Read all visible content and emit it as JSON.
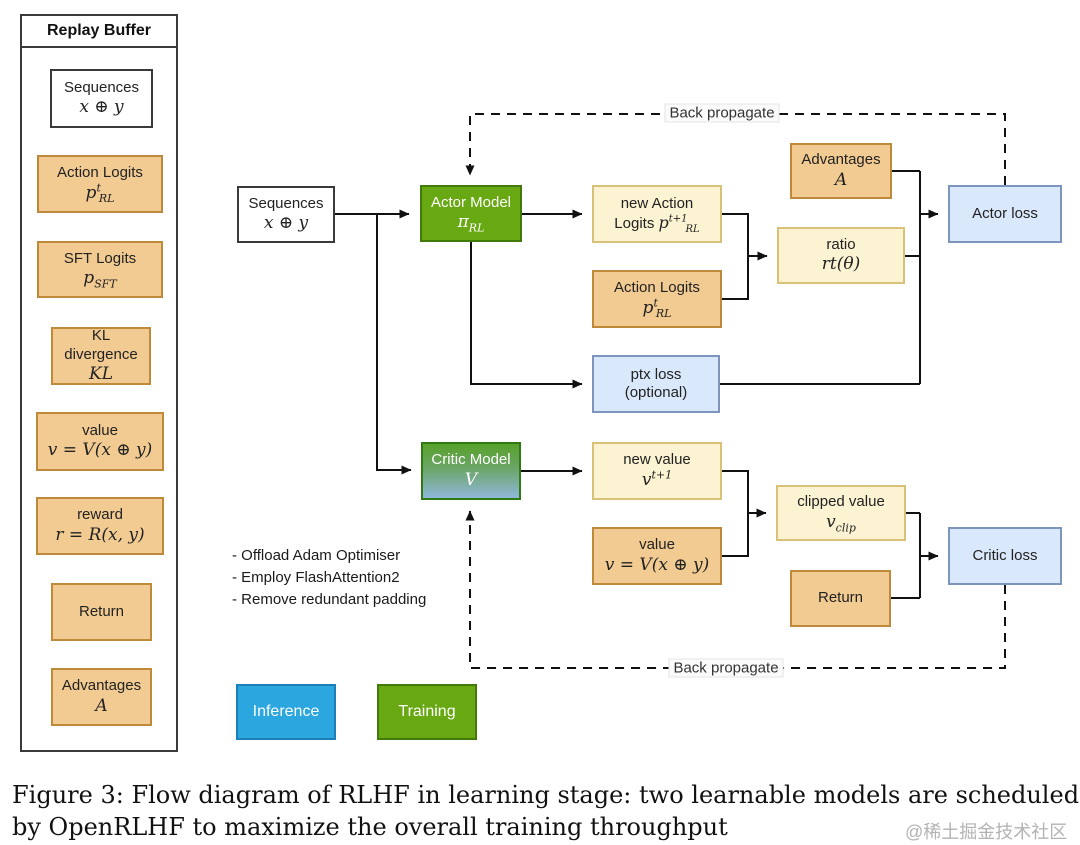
{
  "palette": {
    "orange_fill": "#F2CB92",
    "orange_border": "#BE8A3A",
    "yellow_fill": "#FBF3D2",
    "yellow_border": "#D9C178",
    "blue_fill": "#DAE8FC",
    "blue_border": "#7D95BD",
    "green_fill": "#68A812",
    "green_border": "#447A0B",
    "critic_gradient_top": "#58A12B",
    "critic_gradient_bottom": "#90B7DB",
    "inference_fill": "#2BA6DF",
    "training_fill": "#68A812",
    "connector_color": "#111111"
  },
  "replay_buffer": {
    "title": "Replay Buffer",
    "items": [
      {
        "line1": "Sequences",
        "math": "x ⊕ y"
      },
      {
        "line1": "Action Logits",
        "math": "p^(t)_(RL)"
      },
      {
        "line1": "SFT Logits",
        "math": "p_(SFT)"
      },
      {
        "line1": "KL",
        "line2": "divergence",
        "math": "KL"
      },
      {
        "line1": "value",
        "math": "v = V(x ⊕ y)"
      },
      {
        "line1": "reward",
        "math": "r = R(x, y)"
      },
      {
        "line1": "Return"
      },
      {
        "line1": "Advantages",
        "math": "A"
      }
    ]
  },
  "nodes": {
    "sequences_mid": {
      "line1": "Sequences",
      "math": "x ⊕ y"
    },
    "actor_model": {
      "line1": "Actor Model",
      "math": "π_(RL)"
    },
    "new_action_logits": {
      "line1": "new Action",
      "line2": "Logits",
      "math": "p^(t+1)_(RL)"
    },
    "action_logits": {
      "line1": "Action Logits",
      "math": "p^(t)_(RL)"
    },
    "advantages": {
      "line1": "Advantages",
      "math": "A"
    },
    "ratio": {
      "line1": "ratio",
      "math": "rt(θ)"
    },
    "actor_loss": {
      "line1": "Actor loss"
    },
    "ptx_loss": {
      "line1": "ptx loss",
      "line2": "(optional)"
    },
    "critic_model": {
      "line1": "Critic Model",
      "math": "V"
    },
    "new_value": {
      "line1": "new value",
      "math": "v^(t+1)"
    },
    "value": {
      "line1": "value",
      "math": "v = V(x ⊕ y)"
    },
    "clipped_value": {
      "line1": "clipped value",
      "math": "v_(clip)"
    },
    "return": {
      "line1": "Return"
    },
    "critic_loss": {
      "line1": "Critic loss"
    }
  },
  "annotations": {
    "back_propagate_top": "Back propagate",
    "back_propagate_bottom": "Back propagate",
    "notes": [
      "- Offload Adam Optimiser",
      "- Employ FlashAttention2",
      "- Remove redundant padding"
    ]
  },
  "legend": {
    "inference": "Inference",
    "training": "Training"
  },
  "caption": "Figure 3: Flow diagram of RLHF in learning stage: two learnable models are scheduled by OpenRLHF to maximize the overall training throughput",
  "watermark": "@稀土掘金技术社区"
}
